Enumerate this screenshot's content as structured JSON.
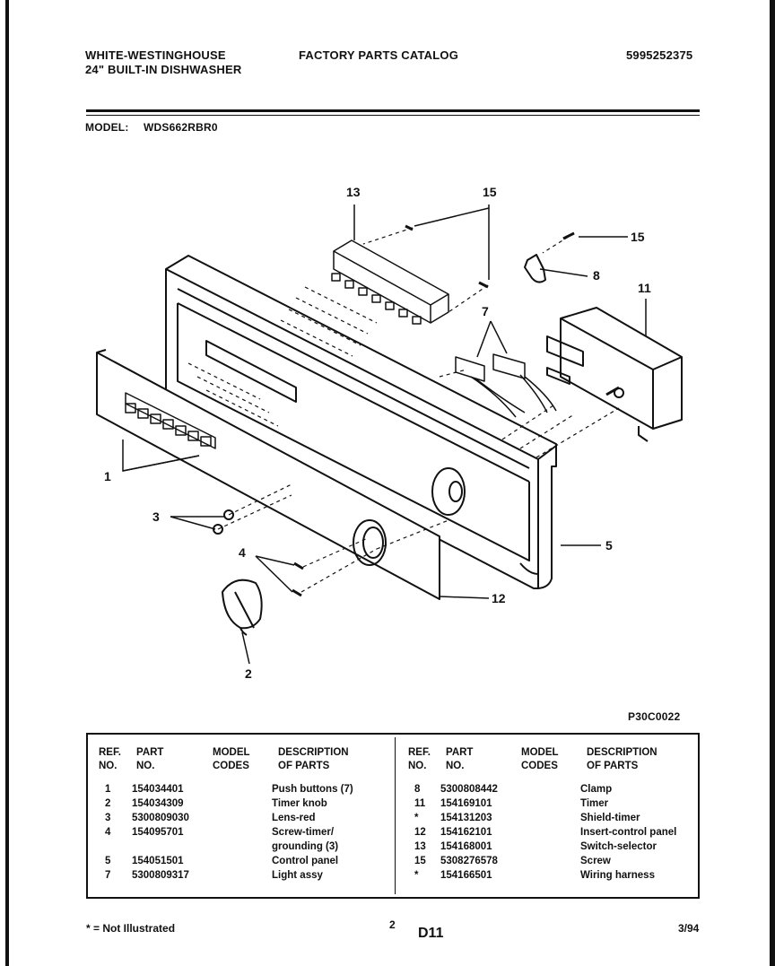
{
  "header": {
    "brand": "WHITE-WESTINGHOUSE",
    "product": "24\" BUILT-IN DISHWASHER",
    "catalog": "FACTORY PARTS CATALOG",
    "catalog_number": "5995252375",
    "model_label": "MODEL:",
    "model_value": "WDS662RBR0"
  },
  "diagram": {
    "callouts": [
      "13",
      "15",
      "15",
      "8",
      "11",
      "7",
      "1",
      "3",
      "4",
      "2",
      "12",
      "5"
    ],
    "figure_code": "P30C0022"
  },
  "table": {
    "headers": {
      "ref": "REF.\nNO.",
      "part": "PART\nNO.",
      "model": "MODEL\nCODES",
      "desc": "DESCRIPTION\nOF PARTS"
    },
    "left_rows": [
      {
        "ref": "1",
        "part": "154034401",
        "desc": "Push buttons (7)"
      },
      {
        "ref": "2",
        "part": "154034309",
        "desc": "Timer knob"
      },
      {
        "ref": "3",
        "part": "5300809030",
        "desc": "Lens-red"
      },
      {
        "ref": "4",
        "part": "154095701",
        "desc": "Screw-timer/"
      },
      {
        "ref": "",
        "part": "",
        "desc": "grounding (3)"
      },
      {
        "ref": "5",
        "part": "154051501",
        "desc": "Control panel"
      },
      {
        "ref": "7",
        "part": "5300809317",
        "desc": "Light assy"
      }
    ],
    "right_rows": [
      {
        "ref": "8",
        "part": "5300808442",
        "desc": "Clamp"
      },
      {
        "ref": "11",
        "part": "154169101",
        "desc": "Timer"
      },
      {
        "ref": "*",
        "part": "154131203",
        "desc": "Shield-timer"
      },
      {
        "ref": "12",
        "part": "154162101",
        "desc": "Insert-control panel"
      },
      {
        "ref": "13",
        "part": "154168001",
        "desc": "Switch-selector"
      },
      {
        "ref": "15",
        "part": "5308276578",
        "desc": "Screw"
      },
      {
        "ref": "*",
        "part": "154166501",
        "desc": "Wiring harness"
      }
    ]
  },
  "footer": {
    "note": "* = Not Illustrated",
    "page_number": "2",
    "page_code": "D11",
    "date": "3/94"
  }
}
